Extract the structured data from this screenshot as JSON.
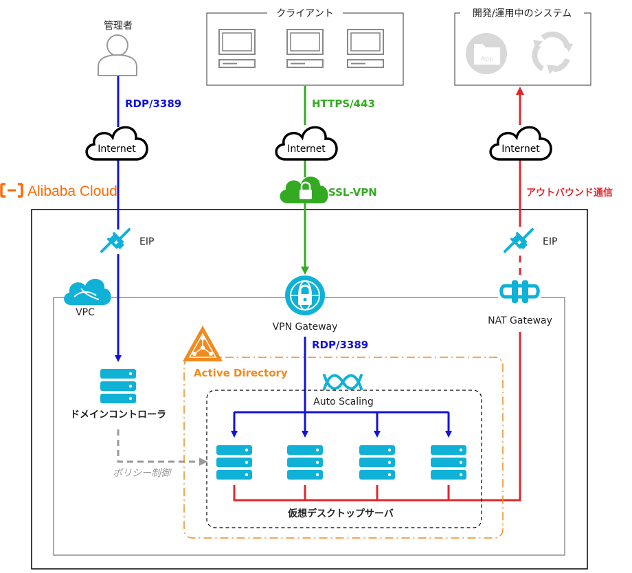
{
  "actors": {
    "admin": "管理者",
    "client": "クライアント",
    "systems": "開発/運用中のシステム",
    "app_icon_text": "App"
  },
  "internet_label": "Internet",
  "protocols": {
    "rdp_top": "RDP/3389",
    "https": "HTTPS/443",
    "ssl_vpn": "SSL-VPN",
    "outbound": "アウトバウンド通信",
    "rdp_inner": "RDP/3389"
  },
  "brand": {
    "name": "Alibaba Cloud"
  },
  "components": {
    "eip_left": "EIP",
    "eip_right": "EIP",
    "vpc": "VPC",
    "vpn_gateway": "VPN Gateway",
    "nat_gateway": "NAT Gateway",
    "active_directory": "Active Directory",
    "auto_scaling": "Auto Scaling",
    "domain_controller": "ドメインコントローラ",
    "policy": "ポリシー制御",
    "desktop_servers": "仮想デスクトップサーバ"
  },
  "colors": {
    "blue": "#1111dd",
    "green": "#33aa22",
    "red": "#e3262a",
    "cyan": "#0fb2d6",
    "orange": "#f28a1c",
    "gray": "#999999"
  }
}
